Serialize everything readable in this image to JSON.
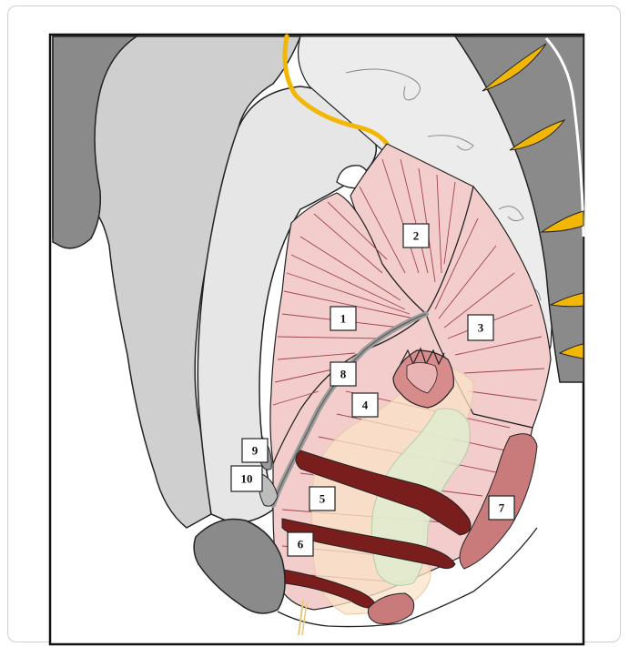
{
  "figure": {
    "labels": [
      "1",
      "2",
      "3",
      "4",
      "5",
      "6",
      "7",
      "8",
      "9",
      "10"
    ]
  },
  "colors": {
    "bone": "#8a8a8a",
    "bone_light": "#cfcfcf",
    "bone_pale": "#e6e6e6",
    "nerve": "#f2b705",
    "muscle_pink": "#f3cccc",
    "muscle_line": "#a0444c",
    "sphincter_dark": "#7a1d1d",
    "sphincter_mid": "#c97a7a",
    "organ_green": "#dfeccf",
    "organ_peach": "#f9e3c8",
    "outline": "#222222"
  }
}
